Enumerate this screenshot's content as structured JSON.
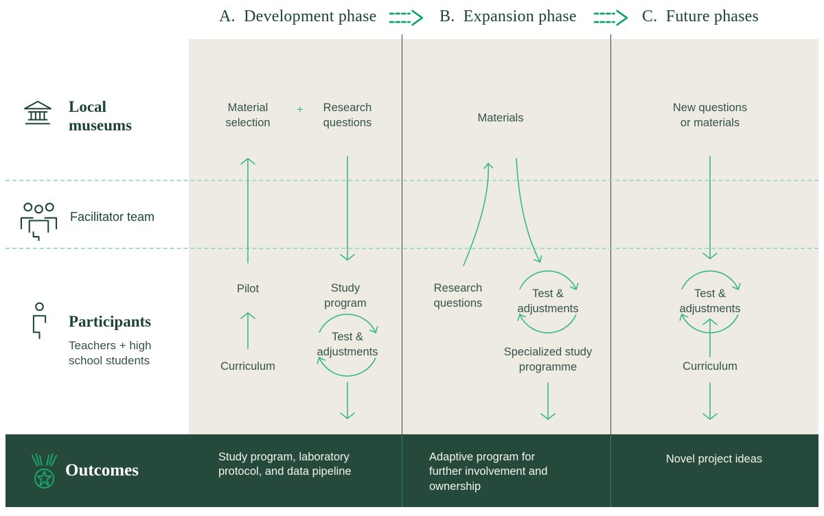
{
  "palette": {
    "background": "#ffffff",
    "column_bg": "#eeece2",
    "band_bg": "#254a3c",
    "heading_green": "#1c4435",
    "body_text": "#33524a",
    "arrow_green": "#3bb68a",
    "phase_arrow_green": "#0fa466",
    "dashed_row_line": "#a5dcc6",
    "column_divider": "#3e413e",
    "band_divider": "#2f7e5f",
    "outcome_text": "#f4f3ec"
  },
  "phases": [
    {
      "label": "A.  Development phase"
    },
    {
      "label": "B.  Expansion phase"
    },
    {
      "label": "C.  Future phases"
    }
  ],
  "rows": {
    "museums_label": "Local\nmuseums",
    "facilitator_label": "Facilitator team",
    "participants_label": "Participants",
    "participants_sublabel": "Teachers + high\nschool students",
    "outcomes_label": "Outcomes"
  },
  "icons": {
    "museums": "museum-building-icon",
    "facilitators": "people-group-icon",
    "participants": "person-icon",
    "outcomes": "medal-star-icon",
    "phase_transition": "dashed-arrow-icon"
  },
  "development": {
    "material_selection": "Material\nselection",
    "plus": "+",
    "research_questions": "Research\nquestions",
    "pilot": "Pilot",
    "study_program": "Study\nprogram",
    "test_adjustments": "Test &\nadjustments",
    "curriculum": "Curriculum",
    "outcome": "Study program, laboratory\nprotocol, and data pipeline"
  },
  "expansion": {
    "materials": "Materials",
    "research_questions": "Research\nquestions",
    "test_adjustments": "Test &\nadjustments",
    "specialized_programme": "Specialized study\nprogramme",
    "outcome": "Adaptive program for\nfurther involvement and\nownership"
  },
  "future": {
    "new_questions": "New questions\nor materials",
    "test_adjustments": "Test &\nadjustments",
    "curriculum": "Curriculum",
    "outcome": "Novel project ideas"
  }
}
